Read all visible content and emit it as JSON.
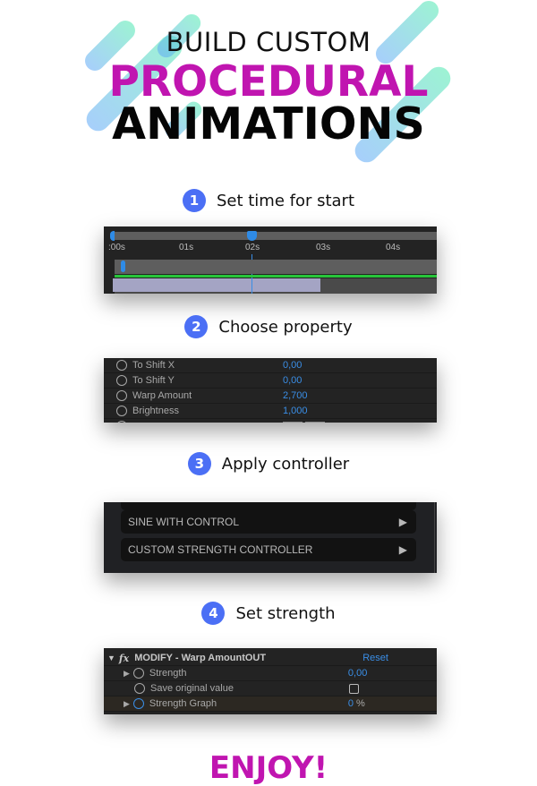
{
  "header": {
    "line1": "BUILD CUSTOM",
    "line2": "PROCEDURAL",
    "line3": "ANIMATIONS"
  },
  "steps": [
    {
      "num": "1",
      "label": "Set time for start"
    },
    {
      "num": "2",
      "label": "Choose property"
    },
    {
      "num": "3",
      "label": "Apply controller"
    },
    {
      "num": "4",
      "label": "Set strength"
    }
  ],
  "timeline": {
    "ticks": [
      ":00s",
      "01s",
      "02s",
      "03s",
      "04s"
    ]
  },
  "properties": [
    {
      "label": "To Shift X",
      "value": "0,00"
    },
    {
      "label": "To Shift Y",
      "value": "0,00"
    },
    {
      "label": "Warp Amount",
      "value": "2,700"
    },
    {
      "label": "Brightness",
      "value": "1,000"
    }
  ],
  "color_swatch": "#ff0000",
  "controllers": [
    {
      "label": "SINE WITH CONTROL"
    },
    {
      "label": "CUSTOM STRENGTH CONTROLLER"
    }
  ],
  "effect": {
    "title": "MODIFY - Warp AmountOUT",
    "reset": "Reset",
    "rows": [
      {
        "label": "Strength",
        "value": "0,00"
      },
      {
        "label": "Save original value"
      },
      {
        "label": "Strength Graph",
        "value": "0",
        "unit": "%"
      }
    ]
  },
  "footer": "ENJOY!"
}
